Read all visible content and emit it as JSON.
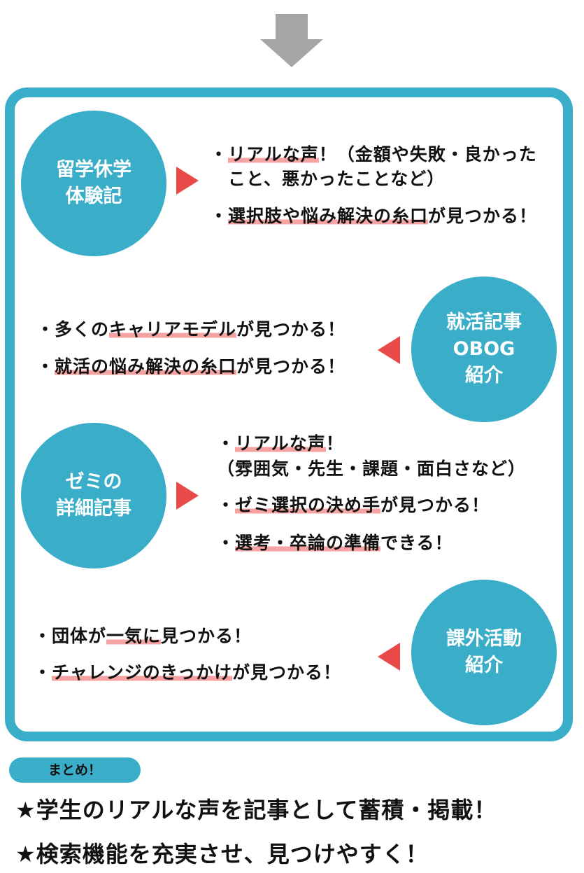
{
  "colors": {
    "teal": "#3aaec8",
    "red": "#e84a4a",
    "highlight": "#f5a2a2",
    "arrow": "#a6a6a6"
  },
  "sections": [
    {
      "circle": "留学休学\n体験記",
      "items": [
        {
          "pre": "・",
          "hl": "リアルな声",
          "post": "！（金額や失敗・良かった"
        },
        {
          "pre": "　",
          "hl": "",
          "post": "こと、悪かったことなど）"
        },
        {
          "pre": "・",
          "hl": "選択肢や悩み解決の糸口",
          "post": "が見つかる！"
        }
      ]
    },
    {
      "circle": "就活記事\nOBOG\n紹介",
      "items": [
        {
          "pre": "・多くの",
          "hl": "キャリアモデル",
          "post": "が見つかる！"
        },
        {
          "pre": "・",
          "hl": "就活の悩み解決の糸口",
          "post": "が見つかる！"
        }
      ]
    },
    {
      "circle": "ゼミの\n詳細記事",
      "items": [
        {
          "pre": "・",
          "hl": "リアルな声",
          "post": "！"
        },
        {
          "pre": "",
          "hl": "",
          "post": "（雰囲気・先生・課題・面白さなど）"
        },
        {
          "pre": "・",
          "hl": "ゼミ選択の決め手",
          "post": "が見つかる！"
        },
        {
          "pre": "・",
          "hl": "選考・卒論の準備",
          "post": "できる！"
        }
      ]
    },
    {
      "circle": "課外活動\n紹介",
      "items": [
        {
          "pre": "・団体が",
          "hl": "一気に",
          "post": "見つかる！"
        },
        {
          "pre": "・",
          "hl": "チャレンジのきっかけ",
          "post": "が見つかる！"
        }
      ]
    }
  ],
  "summary": {
    "label": "まとめ！",
    "lines": [
      "★学生のリアルな声を記事として蓄積・掲載！",
      "★検索機能を充実させ、見つけやすく！"
    ]
  }
}
